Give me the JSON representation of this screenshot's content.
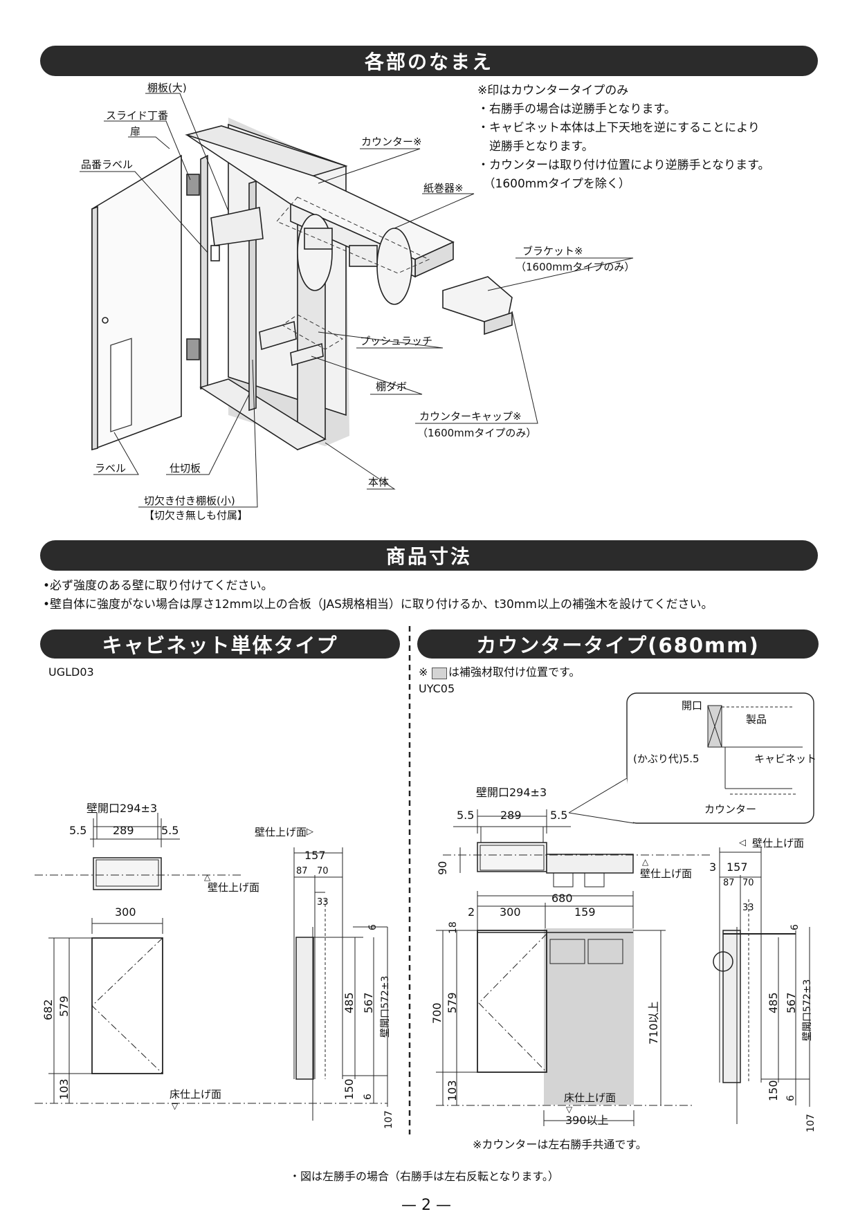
{
  "section1": {
    "title": "各部のなまえ",
    "note_head": "※印はカウンタータイプのみ",
    "notes": [
      "・右勝手の場合は逆勝手となります。",
      "・キャビネット本体は上下天地を逆にすることにより",
      "　逆勝手となります。",
      "・カウンターは取り付け位置により逆勝手となります。",
      "　（1600mmタイプを除く）"
    ],
    "labels": {
      "shelf_large": "棚板(大)",
      "slide_hinge": "スライド丁番",
      "door": "扉",
      "part_label": "品番ラベル",
      "counter": "カウンター※",
      "paper_holder": "紙巻器※",
      "bracket": "ブラケット※",
      "bracket_note": "（1600mmタイプのみ）",
      "push_latch": "プッシュラッチ",
      "shelf_dowel": "棚ダボ",
      "counter_cap": "カウンターキャップ※",
      "counter_cap_note": "（1600mmタイプのみ）",
      "label": "ラベル",
      "partition": "仕切板",
      "notched_shelf": "切欠き付き棚板(小)",
      "notched_shelf_note": "【切欠き無しも付属】",
      "body": "本体"
    }
  },
  "section2": {
    "title": "商品寸法",
    "notes": [
      "•必ず強度のある壁に取り付けてください。",
      "•壁自体に強度がない場合は厚さ12mm以上の合板（JAS規格相当）に取り付けるか、t30mm以上の補強木を設けてください。"
    ]
  },
  "left": {
    "title": "キャビネット単体タイプ",
    "model": "UGLD03",
    "wall_opening": "壁開口294±3",
    "d_5_5a": "5.5",
    "d_289": "289",
    "d_5_5b": "5.5",
    "wall_finish": "壁仕上げ面",
    "d_300": "300",
    "d_682": "682",
    "d_579": "579",
    "d_103": "103",
    "floor_finish": "床仕上げ面",
    "side_wall_finish": "壁仕上げ面",
    "d_157": "157",
    "d_87": "87",
    "d_70": "70",
    "d_33": "33",
    "d_6a": "6",
    "d_485": "485",
    "d_567": "567",
    "d_opening_v": "壁開口572±3",
    "d_150": "150",
    "d_6b": "6",
    "d_107": "107"
  },
  "right": {
    "title": "カウンタータイプ(680mm)",
    "note_mark": "※",
    "note_text": "は補強材取付け位置です。",
    "model": "UYC05",
    "inset": {
      "opening": "開口",
      "product": "製品",
      "cover": "(かぶり代)5.5",
      "cabinet": "キャビネット",
      "counter": "カウンター"
    },
    "wall_opening": "壁開口294±3",
    "d_5_5a": "5.5",
    "d_289": "289",
    "d_5_5b": "5.5",
    "d_90": "90",
    "wall_finish": "壁仕上げ面",
    "d_680": "680",
    "d_2": "2",
    "d_300": "300",
    "d_159": "159",
    "d_18": "18",
    "d_700": "700",
    "d_579": "579",
    "d_103": "103",
    "d_710": "710以上",
    "floor_finish": "床仕上げ面",
    "d_390": "390以上",
    "counter_note": "※カウンターは左右勝手共通です。",
    "side_wall_finish": "壁仕上げ面",
    "d_3": "3",
    "d_157": "157",
    "d_87": "87",
    "d_70": "70",
    "d_33": "33",
    "d_6a": "6",
    "d_485": "485",
    "d_567": "567",
    "d_opening_v": "壁開口572±3",
    "d_150": "150",
    "d_6b": "6",
    "d_107": "107"
  },
  "footer": {
    "note": "・図は左勝手の場合（右勝手は左右反転となります。）",
    "page": "— 2 —"
  },
  "colors": {
    "bar": "#2b2b2b",
    "reinforce": "#d4d4d4"
  }
}
